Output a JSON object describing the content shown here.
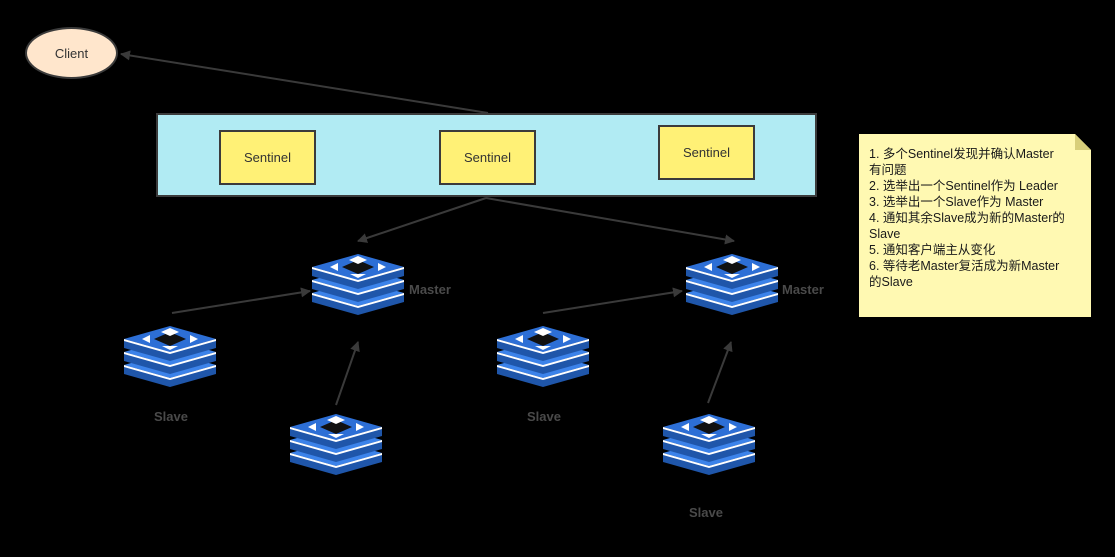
{
  "client": {
    "label": "Client"
  },
  "sentinels": [
    {
      "label": "Sentinel"
    },
    {
      "label": "Sentinel"
    },
    {
      "label": "Sentinel"
    }
  ],
  "groups": [
    {
      "master_label": "Master",
      "slave_left_label": "Slave",
      "slave_bottom_label": ""
    },
    {
      "master_label": "Master",
      "slave_left_label": "Slave",
      "slave_bottom_label": "Slave"
    }
  ],
  "note": {
    "lines": [
      "1. 多个Sentinel发现并确认Master",
      "有问题",
      "2. 选举出一个Sentinel作为 Leader",
      "3. 选举出一个Slave作为 Master",
      "4. 通知其余Slave成为新的Master的",
      "Slave",
      "5. 通知客户端主从变化",
      "6. 等待老Master复活成为新Master",
      "的Slave"
    ]
  },
  "colors": {
    "background": "#000000",
    "client_fill": "#ffe6cc",
    "sentinel_group_fill": "#b1ebf3",
    "sentinel_fill": "#fff176",
    "note_fill": "#fff9b2",
    "node_blue": "#2d6fd6",
    "edge": "#3a3a3a"
  },
  "icons": {
    "node": "redis-stack-icon"
  }
}
